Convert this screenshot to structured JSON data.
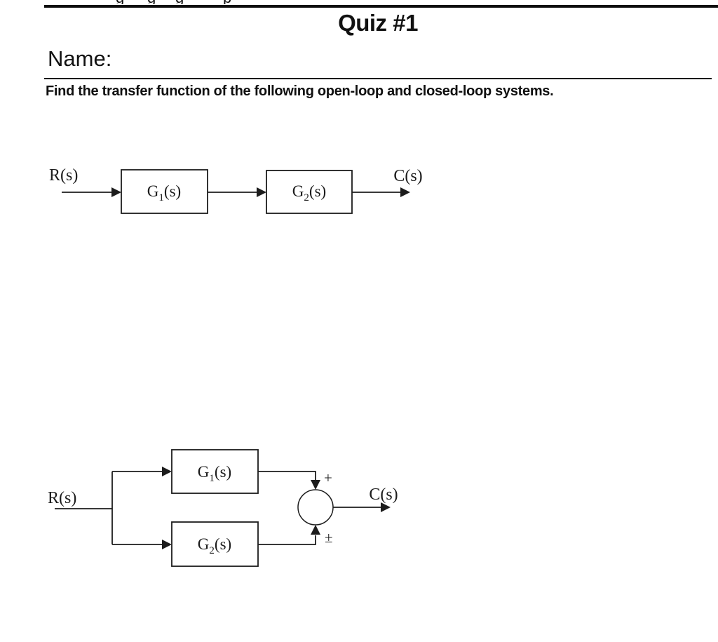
{
  "page": {
    "title": "Quiz #1",
    "name_label": "Name:",
    "instruction": "Find the transfer function of the following open-loop and closed-loop systems.",
    "header_fragment": {
      "glyphs": [
        "g",
        "g",
        "g",
        "p"
      ]
    }
  },
  "open_loop_diagram": {
    "input_label": "R(s)",
    "block1": {
      "base": "G",
      "sub": "1",
      "suffix": "(s)"
    },
    "block2": {
      "base": "G",
      "sub": "2",
      "suffix": "(s)"
    },
    "output_label": "C(s)"
  },
  "parallel_diagram": {
    "input_label": "R(s)",
    "block1": {
      "base": "G",
      "sub": "1",
      "suffix": "(s)"
    },
    "block2": {
      "base": "G",
      "sub": "2",
      "suffix": "(s)"
    },
    "output_label": "C(s)",
    "sum_top_sign": "+",
    "sum_bottom_sign": "±"
  },
  "colors": {
    "ink": "#1c1c1c",
    "background": "#ffffff"
  }
}
